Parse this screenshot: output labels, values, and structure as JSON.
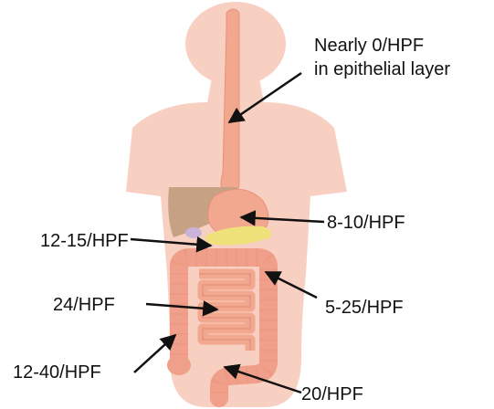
{
  "labels": {
    "esophagus": [
      "Nearly 0/HPF",
      "in epithelial layer"
    ],
    "stomach": "8-10/HPF",
    "duodenum": "12-15/HPF",
    "jejunum": "24/HPF",
    "ileum": "5-25/HPF",
    "cecum": "12-40/HPF",
    "rectum": "20/HPF"
  },
  "colors": {
    "body": "#f8d0c2",
    "organ": "#f2a88e",
    "organ_outline": "#e9907a",
    "liver": "#c6a184",
    "pancreas": "#f0e27a",
    "gallbladder": "#c9b3d8",
    "arrow": "#111111"
  }
}
